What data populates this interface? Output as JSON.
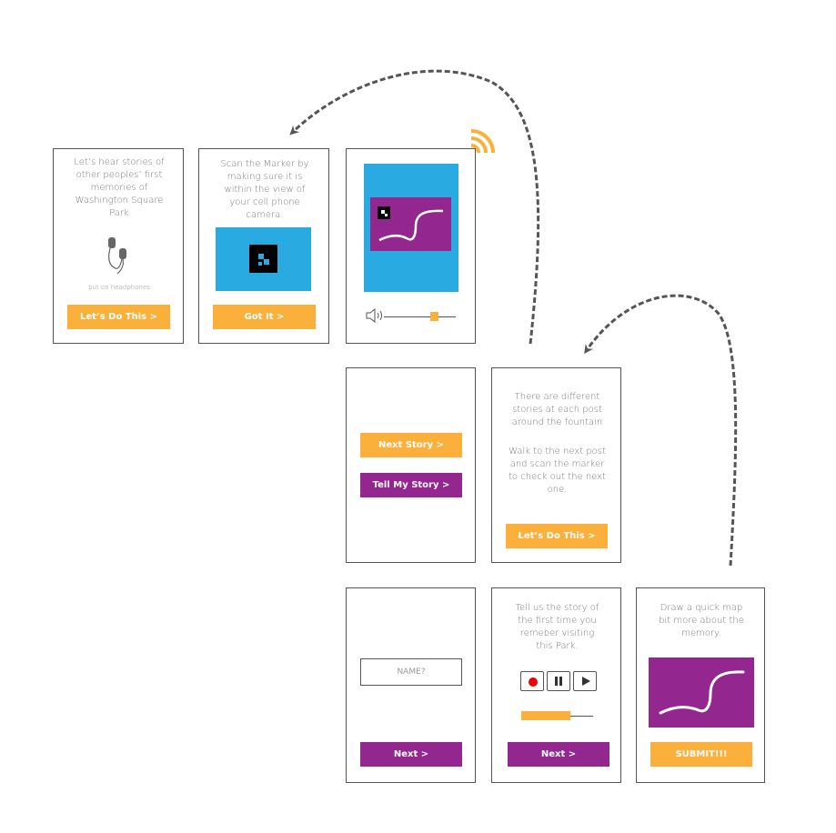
{
  "colors": {
    "orange": "#FBB03B",
    "purple": "#93278F",
    "blue": "#29ABE2",
    "border": "#555555",
    "arrow": "#555555"
  },
  "cards": {
    "intro": {
      "text": "Let’s hear stories of other peoples’ first memories of Washington Square Park",
      "hint": "put on headphones",
      "button": "Let’s Do This >",
      "icon": "headphones-icon"
    },
    "scan": {
      "text": "Scan the Marker by making sure it is within the view of your cell phone camera.",
      "button": "Got It >",
      "icon": "marker-icon"
    },
    "player": {
      "volume_icon": "speaker-icon",
      "signal_icon": "wifi-icon",
      "volume_level": 0.7
    },
    "choice": {
      "next_story": "Next Story >",
      "tell_story": "Tell My Story >"
    },
    "info": {
      "text1": "There are different stories at each post around the fountain",
      "text2": "Walk to the next post and scan the marker to check out the next one.",
      "button": "Let’s Do This >"
    },
    "name": {
      "placeholder": "NAME?",
      "button": "Next >"
    },
    "record": {
      "text": "Tell us the story of the first time you remeber visiting this Park.",
      "button": "Next >",
      "controls": [
        "record-icon",
        "pause-icon",
        "play-icon"
      ],
      "progress": 0.68
    },
    "map": {
      "text": "Draw a quick map bit more about the memory.",
      "button": "SUBMIT!!!"
    }
  }
}
